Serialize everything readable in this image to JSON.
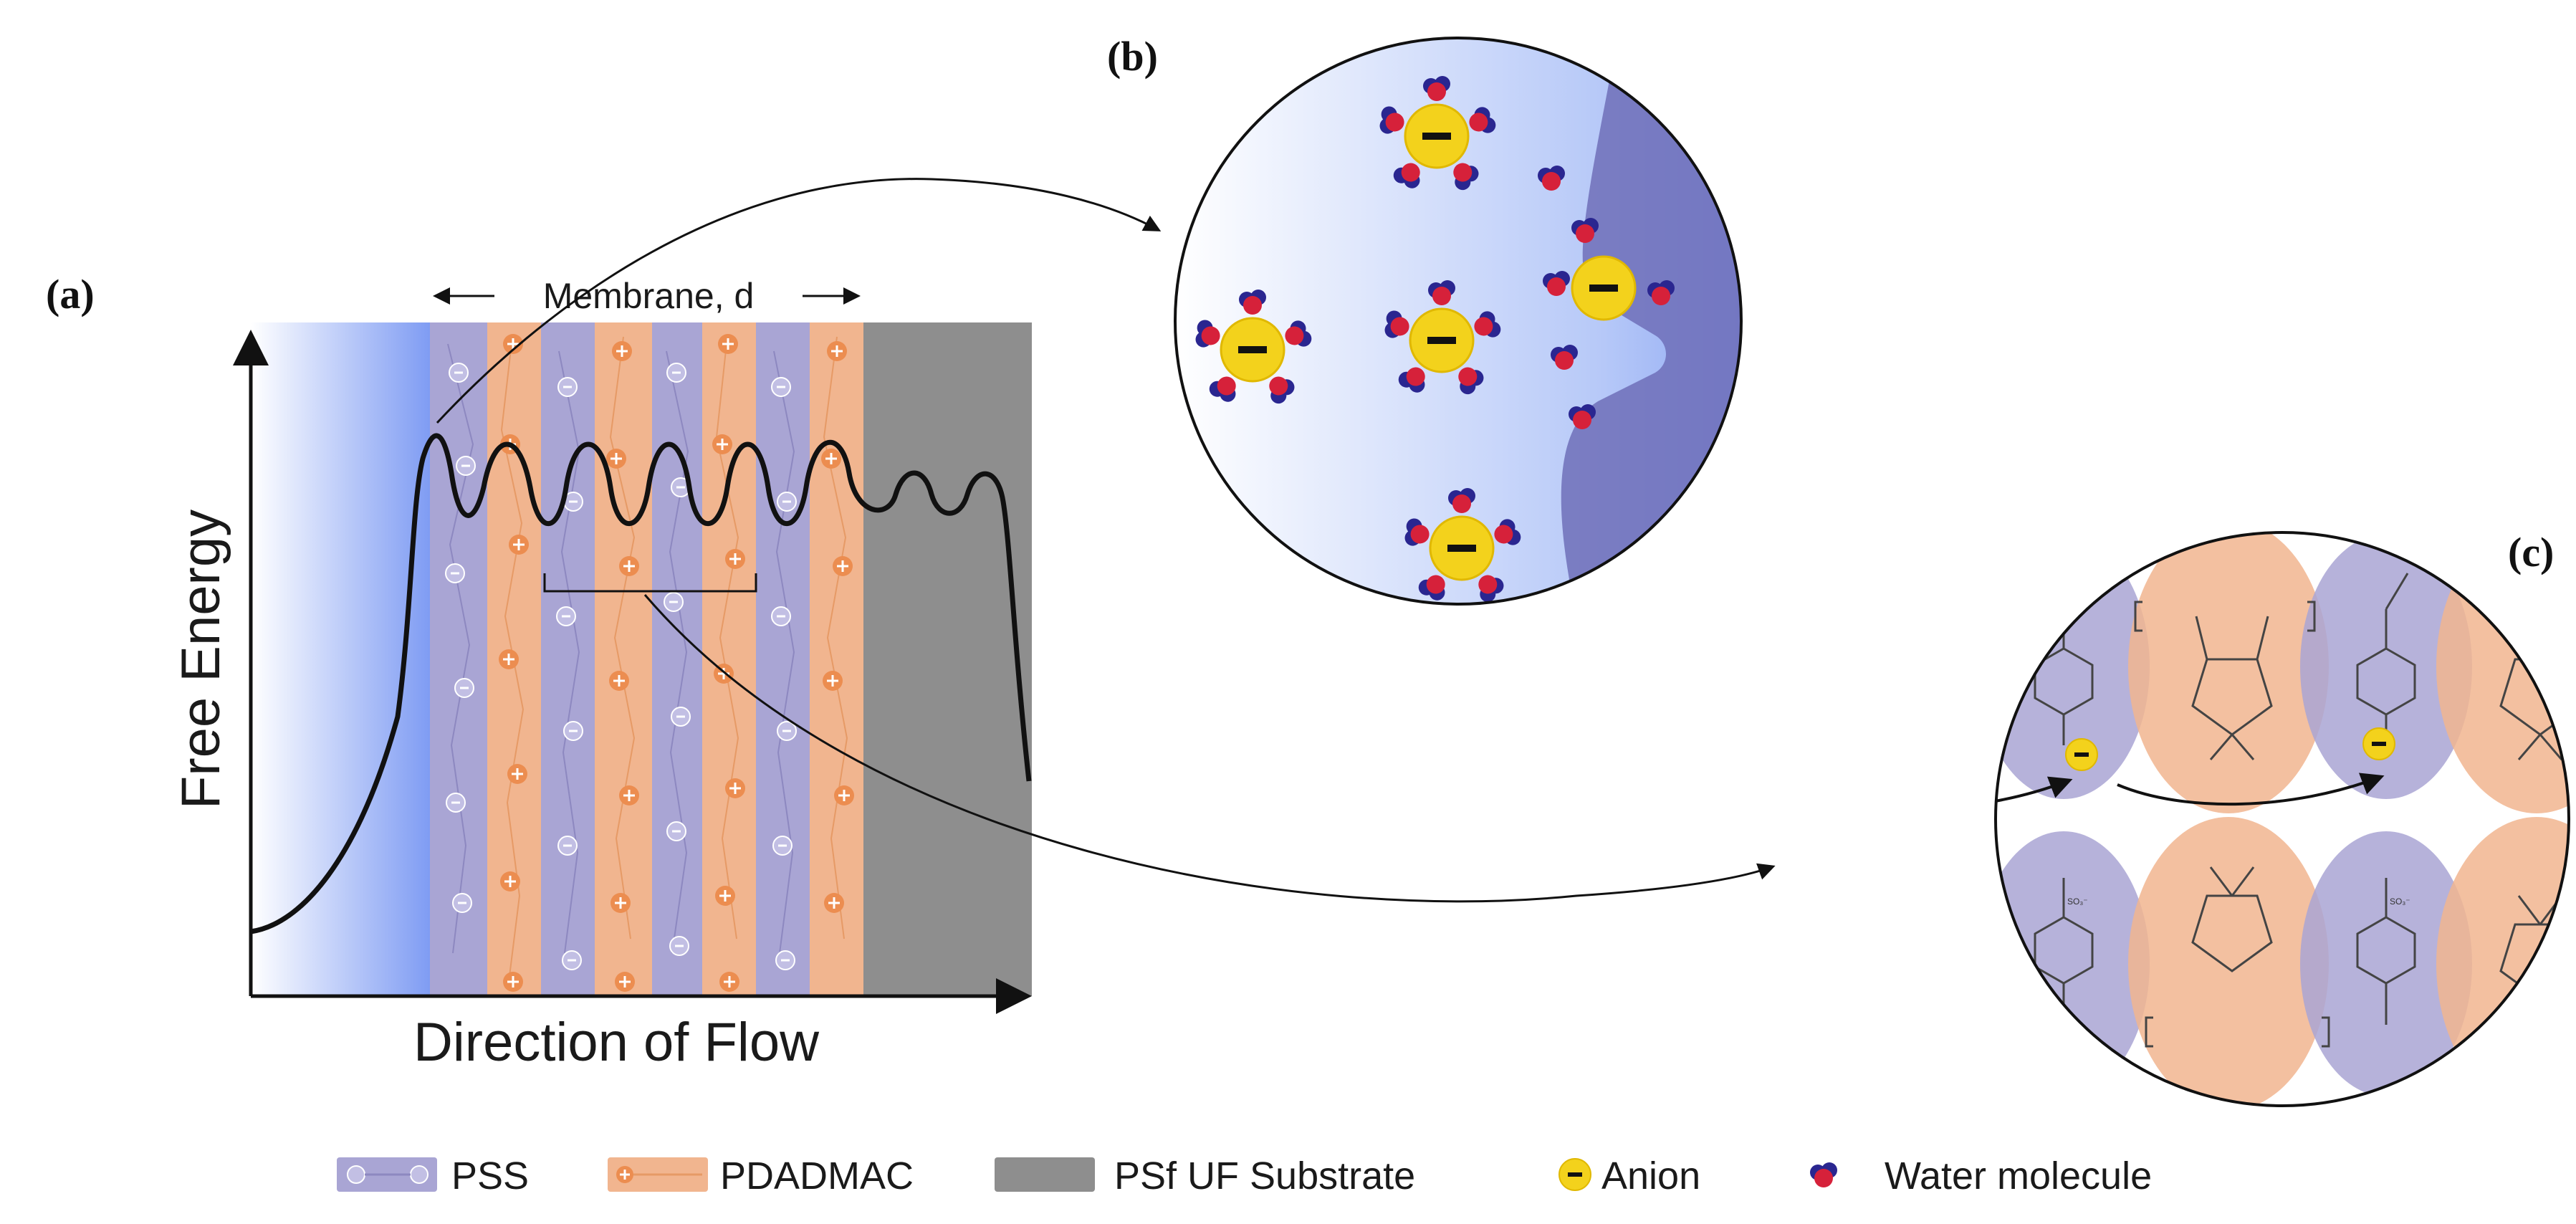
{
  "panels": {
    "a": "(a)",
    "b": "(b)",
    "c": "(c)"
  },
  "panel_a": {
    "y_axis_label": "Free Energy",
    "x_axis_label": "Direction of Flow",
    "membrane_label": "Membrane, d"
  },
  "panel_c": {
    "sulfonate_label": "SO₃⁻"
  },
  "legend": {
    "pss": "PSS",
    "pdadmac": "PDADMAC",
    "psf": "PSf UF Substrate",
    "anion": "Anion",
    "water": "Water molecule"
  },
  "colors": {
    "pss": "#a9a5d4",
    "pdadmac": "#f1b58f",
    "psf": "#8e8e8e",
    "feed_gradient": "#7f9cf3",
    "anion": "#f3d21c",
    "water_o": "#d6213a",
    "water_h": "#2a2690"
  }
}
